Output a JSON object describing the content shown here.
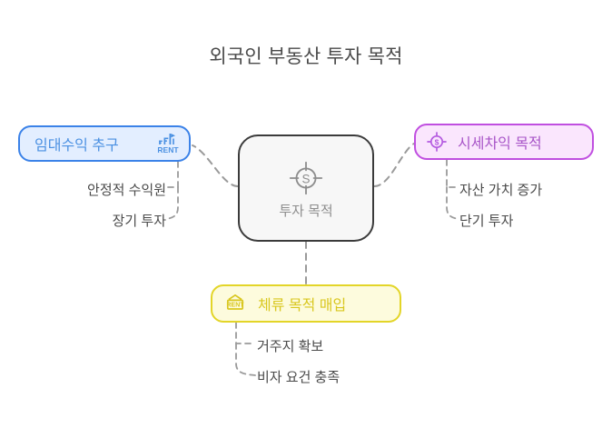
{
  "title": "외국인 부동산 투자 목적",
  "center": {
    "label": "투자 목적",
    "icon": "target-dollar-icon",
    "border_color": "#3b3b3b",
    "fill_color": "#f7f7f7"
  },
  "branches": [
    {
      "id": "rental",
      "label": "임대수익 추구",
      "icon": "rent-sign-icon",
      "accent_color": "#4a90e2",
      "border_color": "#3b82e8",
      "fill_color": "#e3eeff",
      "position": "left",
      "leaves": [
        {
          "id": "stable",
          "label": "안정적 수익원"
        },
        {
          "id": "longterm",
          "label": "장기 투자"
        }
      ]
    },
    {
      "id": "capitalgain",
      "label": "시세차익 목적",
      "icon": "target-dollar-icon",
      "accent_color": "#a855c8",
      "border_color": "#c04fe0",
      "fill_color": "#fae6fd",
      "position": "right",
      "leaves": [
        {
          "id": "assetvalue",
          "label": "자산 가치 증가"
        },
        {
          "id": "shortterm",
          "label": "단기 투자"
        }
      ]
    },
    {
      "id": "residence",
      "label": "체류 목적 매입",
      "icon": "rent-board-icon",
      "accent_color": "#d9c71f",
      "border_color": "#e3d528",
      "fill_color": "#fdfbdd",
      "position": "bottom",
      "leaves": [
        {
          "id": "housing",
          "label": "거주지 확보"
        },
        {
          "id": "visa",
          "label": "비자 요건 충족"
        }
      ]
    }
  ],
  "connectors": {
    "style": "dashed",
    "color": "#9a9a9a"
  },
  "background_color": "#ffffff",
  "text_color": "#4a4a4a"
}
